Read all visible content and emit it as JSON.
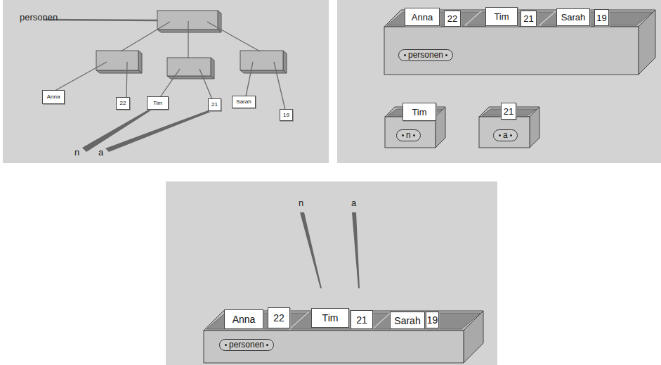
{
  "diagram": {
    "nodes": [
      {
        "text": [
          "Anna"
        ]
      },
      {
        "text": [
          "22"
        ]
      },
      {
        "text": [
          "Tim"
        ]
      },
      {
        "text": [
          "21"
        ]
      },
      {
        "text": [
          "Sarah"
        ]
      },
      {
        "text": [
          "19"
        ]
      },
      {
        "text": [
          "personen"
        ]
      },
      {
        "text": [
          "Anna"
        ],
        "in": 6
      },
      {
        "text": [
          "22"
        ],
        "in": 6
      },
      {
        "text": [
          "Tim"
        ],
        "in": 6
      },
      {
        "text": [
          "21"
        ],
        "in": 6
      },
      {
        "text": [
          "Sarah"
        ],
        "in": 6
      },
      {
        "text": [
          "19"
        ],
        "in": 6
      },
      {
        "text": [
          "n"
        ]
      },
      {
        "text": [
          "Tim"
        ],
        "in": 13
      },
      {
        "text": [
          "a"
        ]
      },
      {
        "text": [
          "21"
        ],
        "in": 15
      },
      {
        "text": [
          "personen"
        ]
      },
      {
        "text": [
          "Anna"
        ],
        "in": 17
      },
      {
        "text": [
          "22"
        ],
        "in": 17
      },
      {
        "text": [
          "Tim"
        ],
        "in": 17
      },
      {
        "text": [
          "21"
        ],
        "in": 17
      },
      {
        "text": [
          "Sarah"
        ],
        "in": 17
      },
      {
        "text": [
          "19"
        ],
        "in": 17
      }
    ],
    "labels": [
      "personen",
      "n",
      "a",
      "n",
      "a"
    ]
  }
}
